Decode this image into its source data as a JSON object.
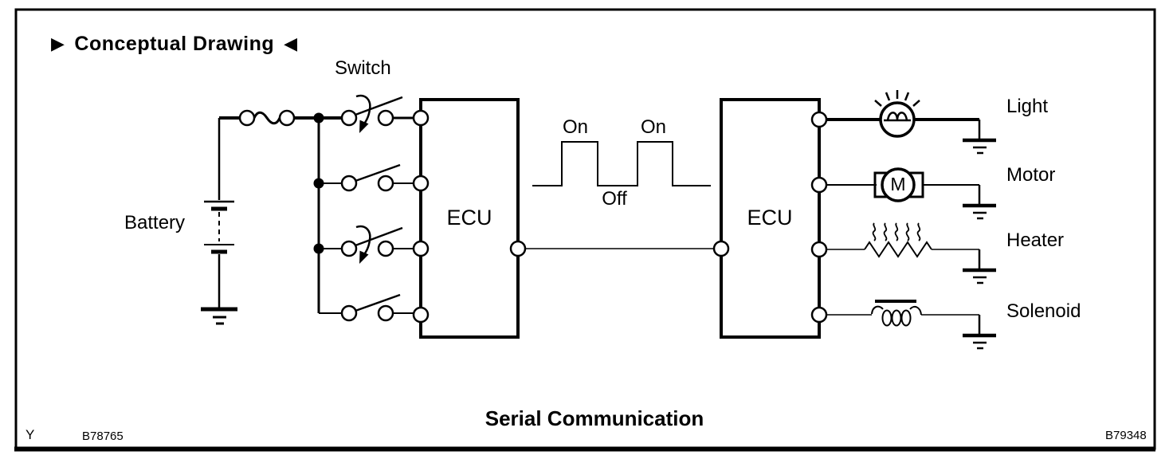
{
  "colors": {
    "ink": "#000000",
    "paper": "#ffffff"
  },
  "header": {
    "left_marker": "▶",
    "title": "Conceptual Drawing",
    "right_marker": "◀"
  },
  "left_side": {
    "battery_label": "Battery",
    "switch_label": "Switch",
    "ecu_label": "ECU"
  },
  "signal": {
    "on_label_1": "On",
    "on_label_2": "On",
    "off_label": "Off"
  },
  "right_side": {
    "ecu_label": "ECU",
    "outputs": [
      {
        "label": "Light",
        "icon": "light-bulb-icon"
      },
      {
        "label": "Motor",
        "icon": "motor-icon",
        "symbol_letter": "M"
      },
      {
        "label": "Heater",
        "icon": "heater-element-icon"
      },
      {
        "label": "Solenoid",
        "icon": "solenoid-coil-icon"
      }
    ]
  },
  "caption": "Serial Communication",
  "footer": {
    "left_mark": "Y",
    "left_code": "B78765",
    "right_code": "B79348"
  }
}
